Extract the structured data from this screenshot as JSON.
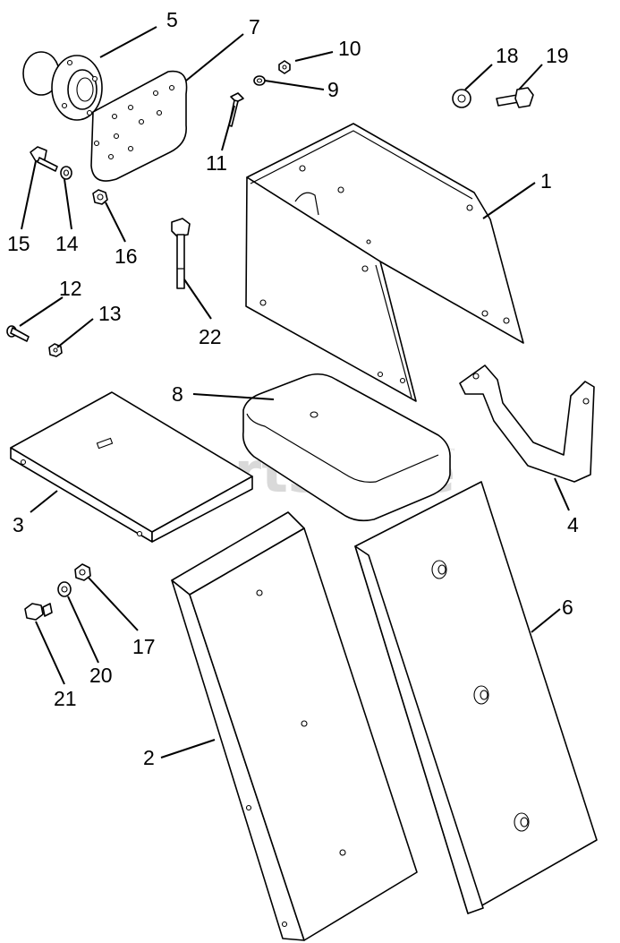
{
  "watermark": {
    "text": "PartsTree",
    "trademark": "™"
  },
  "callouts": [
    "1",
    "2",
    "3",
    "4",
    "5",
    "6",
    "7",
    "8",
    "9",
    "10",
    "11",
    "12",
    "13",
    "14",
    "15",
    "16",
    "17",
    "18",
    "19",
    "20",
    "21",
    "22"
  ]
}
